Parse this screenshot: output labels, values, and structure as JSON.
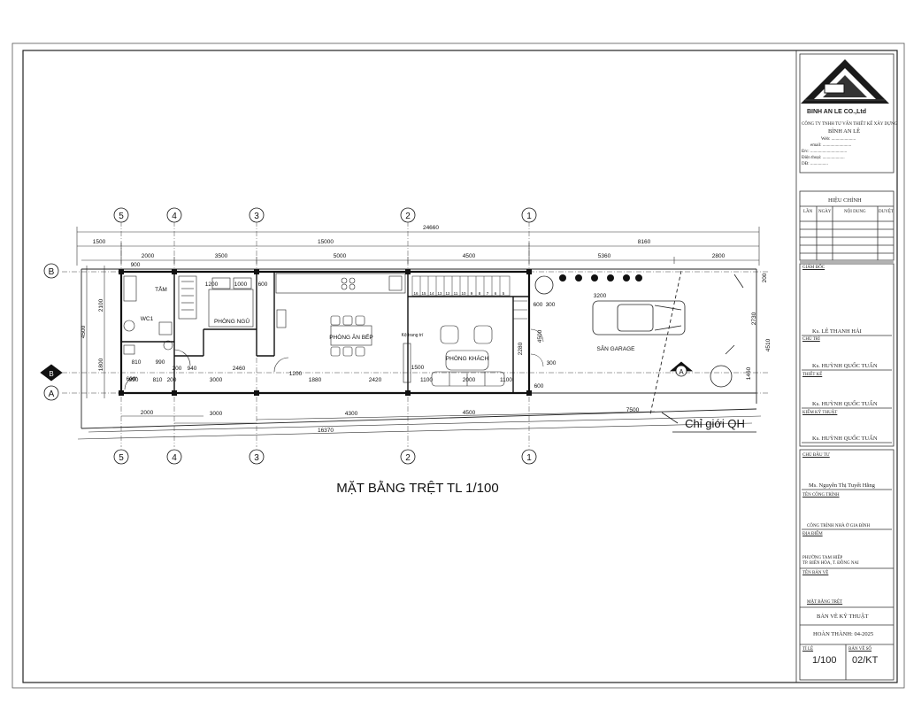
{
  "drawing": {
    "title": "MẶT BẰNG TRỆT TL 1/100",
    "setback_label": "Chỉ giới QH",
    "axis_labels": [
      "5",
      "4",
      "3",
      "2",
      "1"
    ],
    "row_labels": [
      "B",
      "A"
    ],
    "rooms": {
      "bath": "TẮM",
      "wc": "WC1",
      "bedroom": "PHÒNG NGỦ",
      "dining": "PHÒNG ĂN BẾP",
      "living": "PHÒNG KHÁCH",
      "garage": "SÂN GARAGE",
      "altar": "Kệ trang trí"
    },
    "dims": {
      "total_top": "24660",
      "top_1500": "1500",
      "top_15000": "15000",
      "top_8160": "8160",
      "s2000": "2000",
      "s3500": "3500",
      "s5000": "5000",
      "s4500": "4500",
      "s5360": "5360",
      "s2800": "2800",
      "s900": "900",
      "s1200": "1200",
      "s1000": "1000",
      "s600": "600",
      "s3200": "3200",
      "left_4500": "4500",
      "left_2100": "2100",
      "left_1800": "1800",
      "d810": "810",
      "d990": "990",
      "d200": "200",
      "d940": "940",
      "d2460": "2460",
      "b990": "990",
      "b810": "810",
      "b200": "200",
      "b3000": "3000",
      "b1200": "1200",
      "b1880": "1880",
      "b2420": "2420",
      "b1500": "1500",
      "b1100": "1100",
      "b2000": "2000",
      "b1100b": "1100",
      "bot_2000": "2000",
      "bot_3000": "3000",
      "bot_4300": "4300",
      "bot_4500": "4500",
      "bot_7500": "7500",
      "bot_16370": "16370",
      "r2730": "2730",
      "r4510": "4510",
      "r1460": "1460",
      "r200": "200",
      "v4500": "4500",
      "v2280": "2280",
      "v600a": "600",
      "v300": "300",
      "v600b": "600",
      "v300b": "300",
      "v600c": "600"
    },
    "stairs": [
      "16",
      "15",
      "14",
      "13",
      "12",
      "11",
      "10",
      "9",
      "8",
      "7",
      "6",
      "5"
    ]
  },
  "titleblock": {
    "company": "BINH AN LE CO.,Ltd",
    "company_vn_small": "CÔNG TY TNHH TƯ VẤN THIẾT KẾ XÂY DỰNG",
    "company_vn": "BÌNH AN LÊ",
    "contact": [
      "Web: ......................",
      "email: ..........................",
      "Đ/c: .................................",
      "Điện thoại: ....................",
      "DĐ: ................"
    ],
    "revision": "HIỆU CHỈNH",
    "rev_cols": [
      "LẦN",
      "NGÀY",
      "NỘI DUNG",
      "DUYỆT"
    ],
    "roles": [
      {
        "role": "GIÁM ĐỐC",
        "name": "Ks. LÊ THANH HẢI"
      },
      {
        "role": "CHỦ TRÌ",
        "name": "Ks. HUỲNH QUỐC TUẤN"
      },
      {
        "role": "THIẾT KẾ",
        "name": "Ks. HUỲNH QUỐC TUẤN"
      },
      {
        "role": "KIỂM KỸ THUẬT",
        "name": "Ks. HUỲNH QUỐC TUẤN"
      }
    ],
    "owner_label": "CHỦ ĐẦU TƯ",
    "owner": "Ms. Nguyễn Thị Tuyết Hằng",
    "project_label": "TÊN CÔNG TRÌNH",
    "project": "CÔNG TRÌNH NHÀ Ở GIA ĐÌNH",
    "location_label": "ĐỊA ĐIỂM",
    "location1": "PHƯỜNG TAM HIỆP",
    "location2": "TP. BIÊN HÒA, T. ĐỒNG NAI",
    "sheet_label": "TÊN BẢN VẼ",
    "sheet": "MẶT BẰNG TRỆT",
    "drawing_type": "BẢN VẼ KỸ THUẬT",
    "date": "HOÀN THÀNH: 04-2025",
    "scale_label": "TỈ LỆ",
    "scale": "1/100",
    "number_label": "BẢN VẼ SỐ",
    "number": "02/KT"
  }
}
